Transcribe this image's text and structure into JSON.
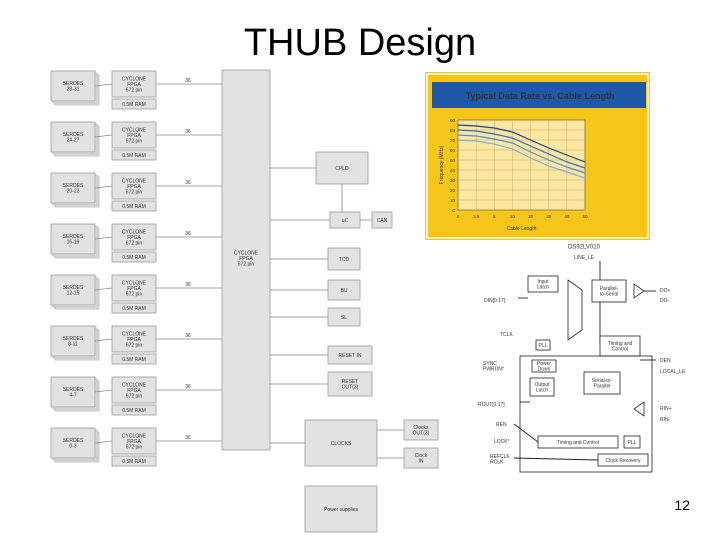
{
  "slide": {
    "title": "THUB Design",
    "page_number": "12"
  },
  "block_diagram": {
    "groups": [
      {
        "serdes": "SERDES\n28-31",
        "fpga": "CYCLONE\nFPGA\n672 pin",
        "ram": "0.5M RAM",
        "bus": "36"
      },
      {
        "serdes": "SERDES\n24-27",
        "fpga": "CYCLONE\nFPGA\n672 pin",
        "ram": "0.5M RAM",
        "bus": "36"
      },
      {
        "serdes": "SERDES\n20-23",
        "fpga": "CYCLONE\nFPGA\n672 pin",
        "ram": "0.5M RAM",
        "bus": "36"
      },
      {
        "serdes": "SERDES\n16-19",
        "fpga": "CYCLONE\nFPGA\n672 pin",
        "ram": "0.5M RAM",
        "bus": "36"
      },
      {
        "serdes": "SERDES\n12-15",
        "fpga": "CYCLONE\nFPGA\n672 pin",
        "ram": "0.5M RAM",
        "bus": "36"
      },
      {
        "serdes": "SERDES\n8-11",
        "fpga": "CYCLONE\nFPGA\n672 pin",
        "ram": "0.5M RAM",
        "bus": "36"
      },
      {
        "serdes": "SERDES\n4-7",
        "fpga": "CYCLONE\nFPGA\n672 pin",
        "ram": "0.5M RAM",
        "bus": "36"
      },
      {
        "serdes": "SERDES\n0-3",
        "fpga": "CYCLONE\nFPGA\n672 pin",
        "ram": "0.5M RAM",
        "bus": "36"
      }
    ],
    "central_fpga": "CYCLONE\nFPGA\n672 pin",
    "right_blocks": {
      "cpld": "CPLD",
      "uc": "uC",
      "can": "CAN",
      "tcd": "TCD",
      "bu": "BU",
      "sl": "SL",
      "reset_in": "RESET IN",
      "reset_out": "RESET\nOUT(3)",
      "clocks": "CLOCKS",
      "clocks_out": "Clocks\nOUT(3)",
      "clock_in": "Clock\nIN",
      "power": "Power supplies"
    }
  },
  "chart_data": {
    "type": "line",
    "title": "Typical Data Rate vs. Cable Length",
    "xlabel": "Cable Length",
    "ylabel": "Frequency (MHz)",
    "x_ticks": [
      "0",
      "2.5",
      "5",
      "10",
      "20",
      "30",
      "40",
      "50"
    ],
    "y_ticks": [
      "0",
      "10",
      "20",
      "30",
      "40",
      "50",
      "60",
      "70",
      "80",
      "90"
    ],
    "ylim": [
      0,
      90
    ],
    "series": [
      {
        "values": [
          85,
          84,
          82,
          78,
          70,
          62,
          55,
          48
        ]
      },
      {
        "values": [
          80,
          79,
          76,
          72,
          64,
          56,
          48,
          42
        ]
      },
      {
        "values": [
          75,
          74,
          71,
          67,
          58,
          50,
          43,
          37
        ]
      },
      {
        "values": [
          70,
          69,
          66,
          61,
          52,
          44,
          38,
          32
        ]
      }
    ]
  },
  "serializer_diagram": {
    "part": "DS92LV010",
    "labels": {
      "line_le": "LINE_LE",
      "input_latch": "Input\nLatch",
      "par_ser": "Parallel-\nto-Serial",
      "din": "DIN[0:17]",
      "tclk": "TCLK",
      "pll": "PLL",
      "timing_ctrl": "Timing and\nControl",
      "sync": "SYNC\nPWRDN*",
      "power_down": "Power\nDown",
      "output_latch": "Output\nLatch",
      "ser_par": "Serial-to-\nParallel",
      "rout": "ROUT[0:17]",
      "ren": "REN",
      "lock": "LOCK*",
      "refclk": "REFCLK\nRCLK",
      "timing_ctrl2": "Timing and Control",
      "pll2": "PLL",
      "clock_recovery": "Clock Recovery",
      "do_plus": "DO+",
      "do_minus": "DO-",
      "den": "DEN",
      "local_le": "LOCAL_LE",
      "rin_plus": "RIN+",
      "rin_minus": "RIN-"
    }
  }
}
